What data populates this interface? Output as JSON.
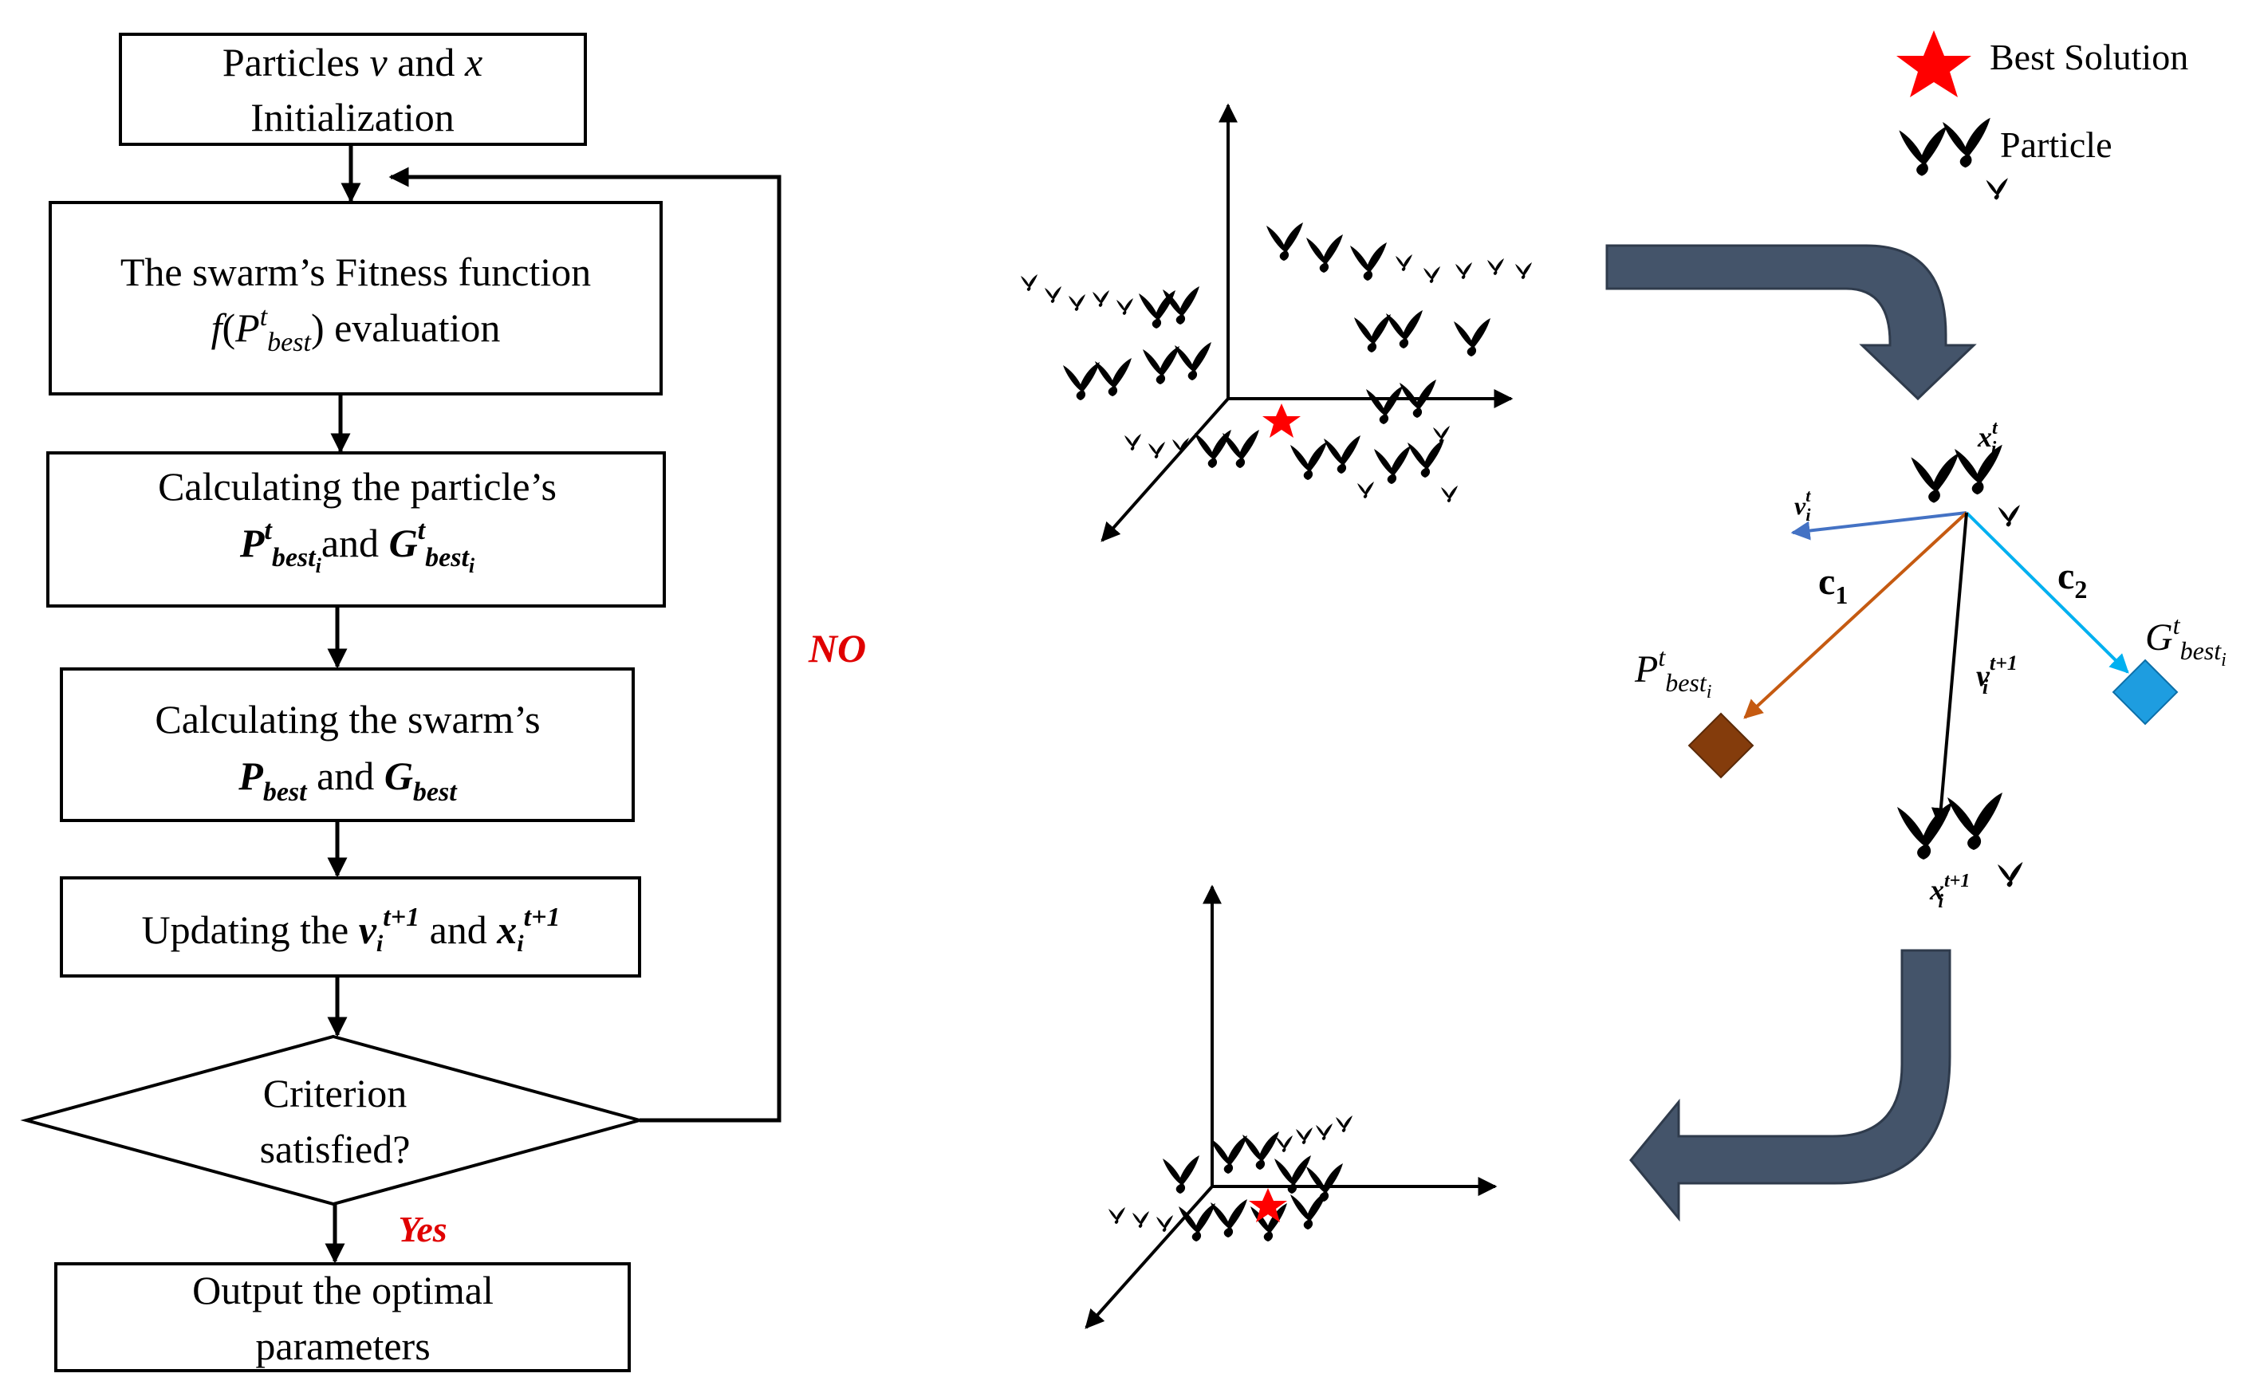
{
  "flowchart": {
    "init": {
      "line1": {
        "a": "Particles ",
        "v": "v",
        "and": " and ",
        "x": "x"
      },
      "line2": "Initialization"
    },
    "fitness": {
      "line1": "The swarm’s Fitness function",
      "f": "f",
      "open": "(",
      "P": "P",
      "t": "t",
      "best": "best",
      "close": ")",
      "evaluation": " evaluation"
    },
    "particle_best": {
      "line1": "Calculating the particle’s",
      "P": "P",
      "t": "t",
      "best": "best",
      "i": "i",
      "and": "and ",
      "G": "G",
      "t2": "t",
      "best2": "best",
      "i2": "i"
    },
    "swarm_best": {
      "line1": "Calculating the swarm’s",
      "P": "P",
      "best": "best",
      "and": " and ",
      "G": "G",
      "best2": "best"
    },
    "update": {
      "a": "Updating the ",
      "v": "v",
      "vi": "i",
      "vt": "t+1",
      "and": " and ",
      "x": "x",
      "xi": "i",
      "xt": "t+1"
    },
    "criterion": {
      "line1": "Criterion",
      "line2": "satisfied?"
    },
    "no": "NO",
    "yes": "Yes",
    "output": {
      "line1": "Output the optimal",
      "line2": "parameters"
    }
  },
  "legend": {
    "best_solution": "Best Solution",
    "particle": "Particle"
  },
  "update_rule": {
    "x_t": {
      "x": "x",
      "t": "t",
      "i": "i"
    },
    "v_t": {
      "v": "v",
      "t": "t",
      "i": "i"
    },
    "c1": {
      "c": "c",
      "n": "1"
    },
    "c2": {
      "c": "c",
      "n": "2"
    },
    "v_next": {
      "v": "v",
      "t": "t+1",
      "i": "i"
    },
    "x_next": {
      "x": "x",
      "t": "t+1",
      "i": "i"
    },
    "pbest": {
      "P": "P",
      "t": "t",
      "best": "best",
      "i": "i"
    },
    "gbest": {
      "G": "G",
      "t": "t",
      "best": "best",
      "i": "i"
    }
  },
  "colors": {
    "best_star": "#ff0000",
    "pbest_diamond": "#843c0c",
    "pbest_arrow": "#c55a11",
    "gbest_diamond": "#1e9de0",
    "gbest_arrow": "#00b0f0",
    "velocity_arrow": "#4472c4",
    "big_arrow": "#44546a",
    "no_yes_text": "#e00000"
  }
}
